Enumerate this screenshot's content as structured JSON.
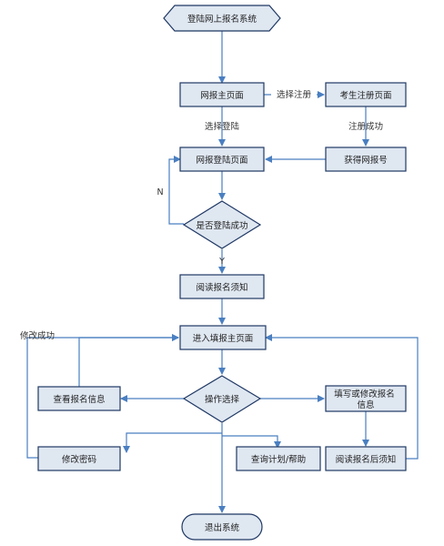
{
  "nodes": {
    "start": "登陆网上报名系统",
    "main_page": "网报主页面",
    "register_page": "考生注册页面",
    "login_page": "网报登陆页面",
    "get_number": "获得网报号",
    "login_check": "是否登陆成功",
    "read_notice": "阅读报名须知",
    "fill_main": "进入填报主页面",
    "operation": "操作选择",
    "view_info": "查看报名信息",
    "fill_modify": "填写或修改报名信息",
    "change_password": "修改密码",
    "query_plan": "查询计划/帮助",
    "read_after": "阅读报名后须知",
    "exit": "退出系统"
  },
  "edge_labels": {
    "choose_register": "选择注册",
    "choose_login": "选择登陆",
    "register_success": "注册成功",
    "no": "N",
    "yes": "Y",
    "modify_success": "修改成功"
  },
  "colors": {
    "fill": "#dfe7f1",
    "stroke": "#1f3864",
    "arrow": "#4a7fc1"
  }
}
